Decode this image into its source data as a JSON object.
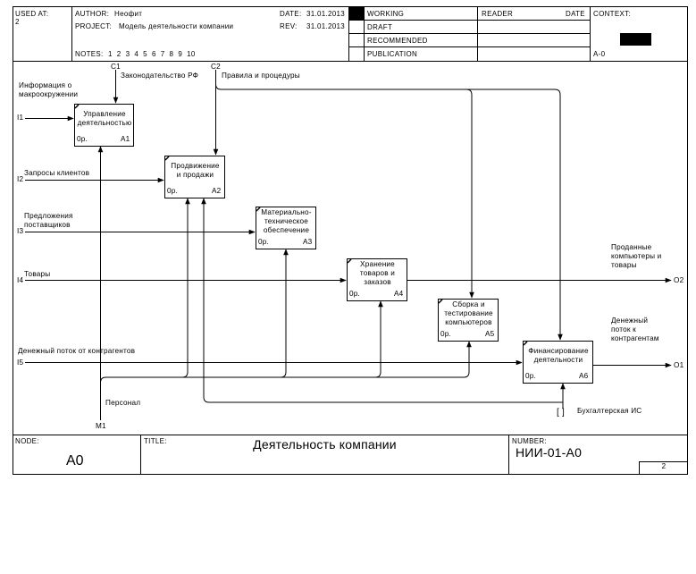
{
  "header": {
    "used_at_label": "USED AT:",
    "used_at_value": "2",
    "author_label": "AUTHOR:",
    "author_value": "Неофит",
    "project_label": "PROJECT:",
    "project_value": "Модель деятельности компании",
    "date_label": "DATE:",
    "date_value": "31.01.2013",
    "rev_label": "REV:",
    "rev_value": "31.01.2013",
    "notes_label": "NOTES:",
    "notes_value": "1  2  3  4  5  6  7  8  9  10",
    "status_working": "WORKING",
    "status_draft": "DRAFT",
    "status_recommended": "RECOMMENDED",
    "status_publication": "PUBLICATION",
    "reader_label": "READER",
    "reader_date_label": "DATE",
    "context_label": "CONTEXT:",
    "context_node": "A-0"
  },
  "footer": {
    "node_label": "NODE:",
    "node_value": "A0",
    "title_label": "TITLE:",
    "title_value": "Деятельность компании",
    "number_label": "NUMBER:",
    "number_value": "НИИ-01-А0",
    "page_value": "2"
  },
  "boxes": [
    {
      "id": "a1",
      "label": "Управление\nдеятельностью",
      "cost": "0р.",
      "code": "A1"
    },
    {
      "id": "a2",
      "label": "Продвижение\nи продажи",
      "cost": "0р.",
      "code": "A2"
    },
    {
      "id": "a3",
      "label": "Материально-\nтехническое\nобеспечение",
      "cost": "0р.",
      "code": "A3"
    },
    {
      "id": "a4",
      "label": "Хранение\nтоваров и\nзаказов",
      "cost": "0р.",
      "code": "A4"
    },
    {
      "id": "a5",
      "label": "Сборка и\nтестирование\nкомпьютеров",
      "cost": "0р.",
      "code": "A5"
    },
    {
      "id": "a6",
      "label": "Финансирование\nдеятельности",
      "cost": "0р.",
      "code": "A6"
    }
  ],
  "arrows": {
    "c1_code": "C1",
    "c1_label": "Законодательство РФ",
    "c2_code": "C2",
    "c2_label": "Правила и процедуры",
    "i1_code": "I1",
    "i1_label": "Информация о\nмакроокружении",
    "i2_code": "I2",
    "i2_label": "Запросы клиентов",
    "i3_code": "I3",
    "i3_label": "Предложения\nпоставщиков",
    "i4_code": "I4",
    "i4_label": "Товары",
    "i5_code": "I5",
    "i5_label": "Денежный поток от контрагентов",
    "o2_code": "O2",
    "o2_label": "Проданные\nкомпьютеры и\nтовары",
    "o1_code": "O1",
    "o1_label": "Денежный\nпоток к\nконтрагентам",
    "m1_code": "M1",
    "m1_label": "Персонал",
    "mech_label": "Бухгалтерская ИС",
    "tunnel_symbol": "[ ]"
  }
}
